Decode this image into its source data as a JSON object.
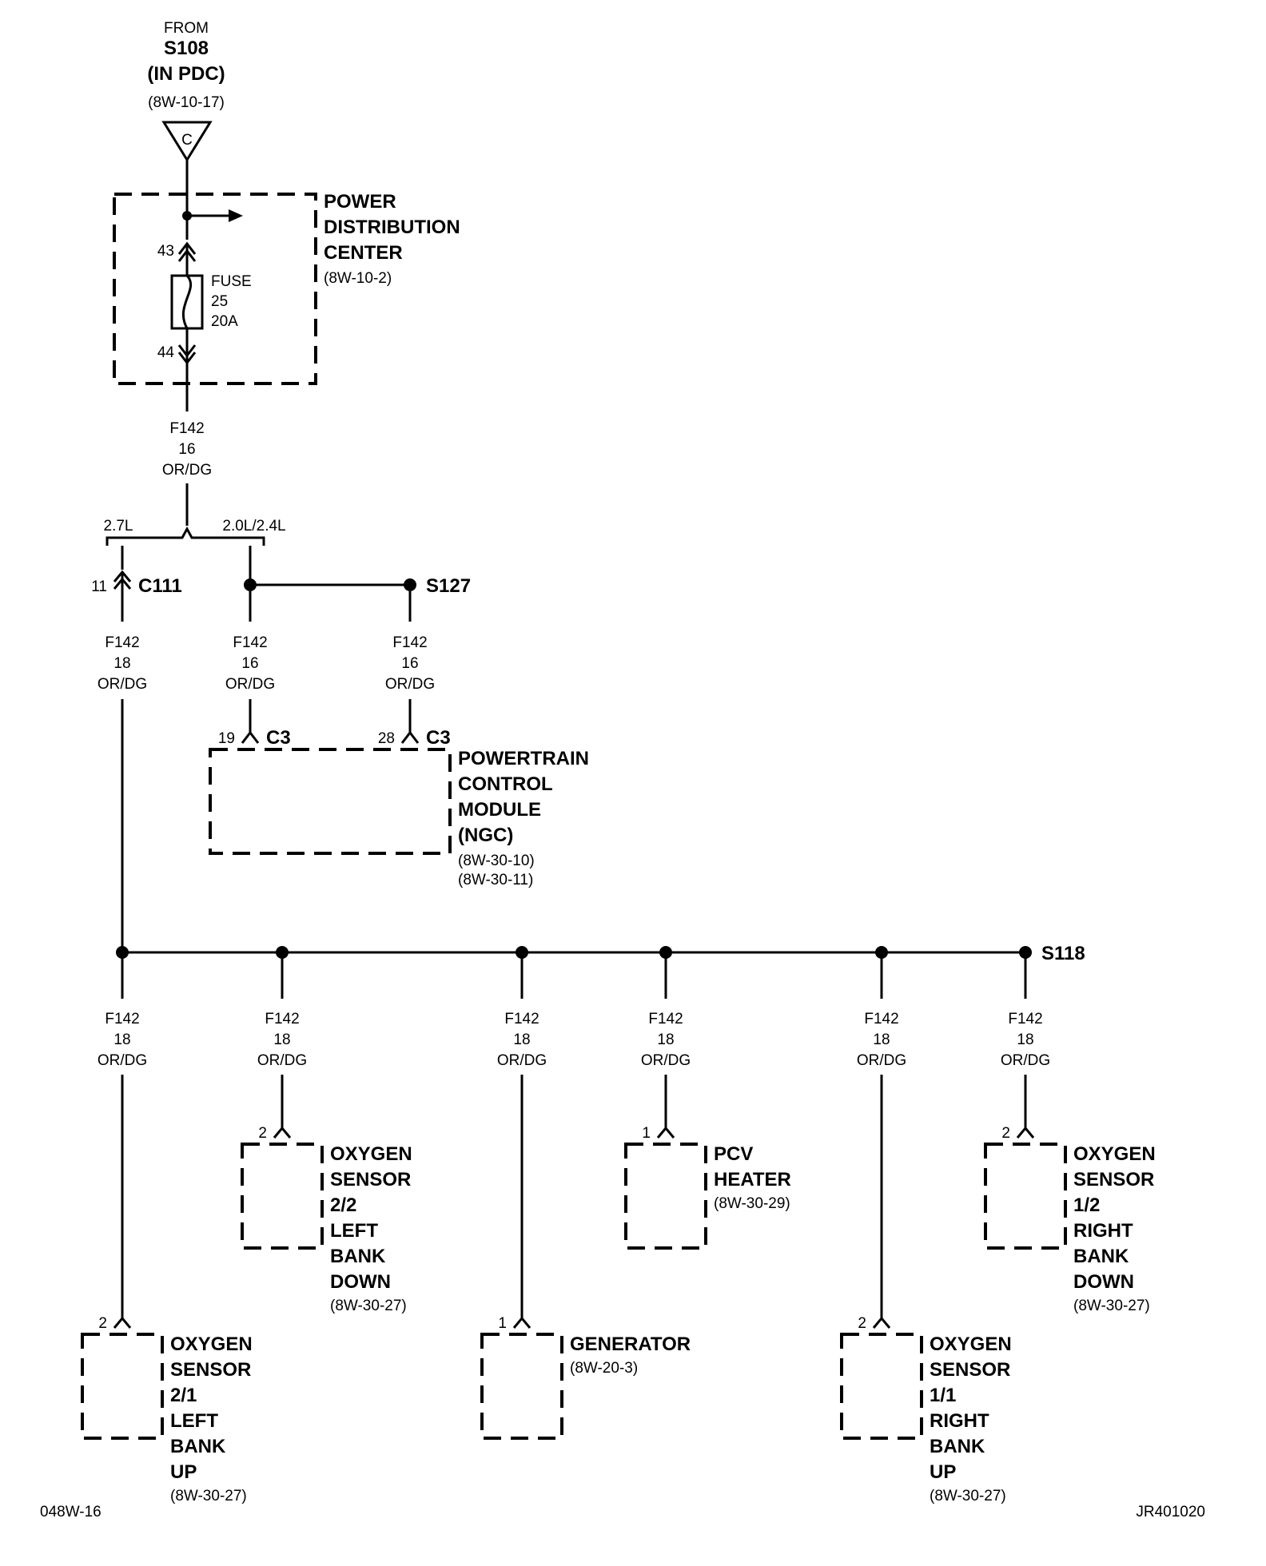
{
  "source": {
    "from": "FROM",
    "splice": "S108",
    "location": "(IN PDC)",
    "ref": "(8W-10-17)",
    "connector_letter": "C"
  },
  "pdc": {
    "name_lines": [
      "POWER",
      "DISTRIBUTION",
      "CENTER"
    ],
    "ref": "(8W-10-2)",
    "pin_in": "43",
    "pin_out": "44",
    "fuse_lines": [
      "FUSE",
      "25",
      "20A"
    ]
  },
  "main_wire": {
    "circuit": "F142",
    "gauge": "16",
    "color": "OR/DG"
  },
  "engine_options": {
    "left": "2.7L",
    "right": "2.0L/2.4L"
  },
  "c111": {
    "pin": "11",
    "name": "C111",
    "circuit": "F142",
    "gauge": "18",
    "color": "OR/DG"
  },
  "s127": {
    "name": "S127"
  },
  "pcm_wires": [
    {
      "circuit": "F142",
      "gauge": "16",
      "color": "OR/DG",
      "pin": "19",
      "connector": "C3"
    },
    {
      "circuit": "F142",
      "gauge": "16",
      "color": "OR/DG",
      "pin": "28",
      "connector": "C3"
    }
  ],
  "pcm": {
    "name_lines": [
      "POWERTRAIN",
      "CONTROL",
      "MODULE",
      "(NGC)"
    ],
    "refs": [
      "(8W-30-10)",
      "(8W-30-11)"
    ]
  },
  "s118": {
    "name": "S118"
  },
  "branches": [
    {
      "circuit": "F142",
      "gauge": "18",
      "color": "OR/DG",
      "pin": "2",
      "name_lines": [
        "OXYGEN",
        "SENSOR",
        "2/1",
        "LEFT",
        "BANK",
        "UP"
      ],
      "ref": "(8W-30-27)"
    },
    {
      "circuit": "F142",
      "gauge": "18",
      "color": "OR/DG",
      "pin": "2",
      "name_lines": [
        "OXYGEN",
        "SENSOR",
        "2/2",
        "LEFT",
        "BANK",
        "DOWN"
      ],
      "ref": "(8W-30-27)"
    },
    {
      "circuit": "F142",
      "gauge": "18",
      "color": "OR/DG",
      "pin": "1",
      "name_lines": [
        "GENERATOR"
      ],
      "ref": "(8W-20-3)"
    },
    {
      "circuit": "F142",
      "gauge": "18",
      "color": "OR/DG",
      "pin": "1",
      "name_lines": [
        "PCV",
        "HEATER"
      ],
      "ref": "(8W-30-29)"
    },
    {
      "circuit": "F142",
      "gauge": "18",
      "color": "OR/DG",
      "pin": "2",
      "name_lines": [
        "OXYGEN",
        "SENSOR",
        "1/1",
        "RIGHT",
        "BANK",
        "UP"
      ],
      "ref": "(8W-30-27)"
    },
    {
      "circuit": "F142",
      "gauge": "18",
      "color": "OR/DG",
      "pin": "2",
      "name_lines": [
        "OXYGEN",
        "SENSOR",
        "1/2",
        "RIGHT",
        "BANK",
        "DOWN"
      ],
      "ref": "(8W-30-27)"
    }
  ],
  "footer": {
    "left": "048W-16",
    "right": "JR401020"
  }
}
